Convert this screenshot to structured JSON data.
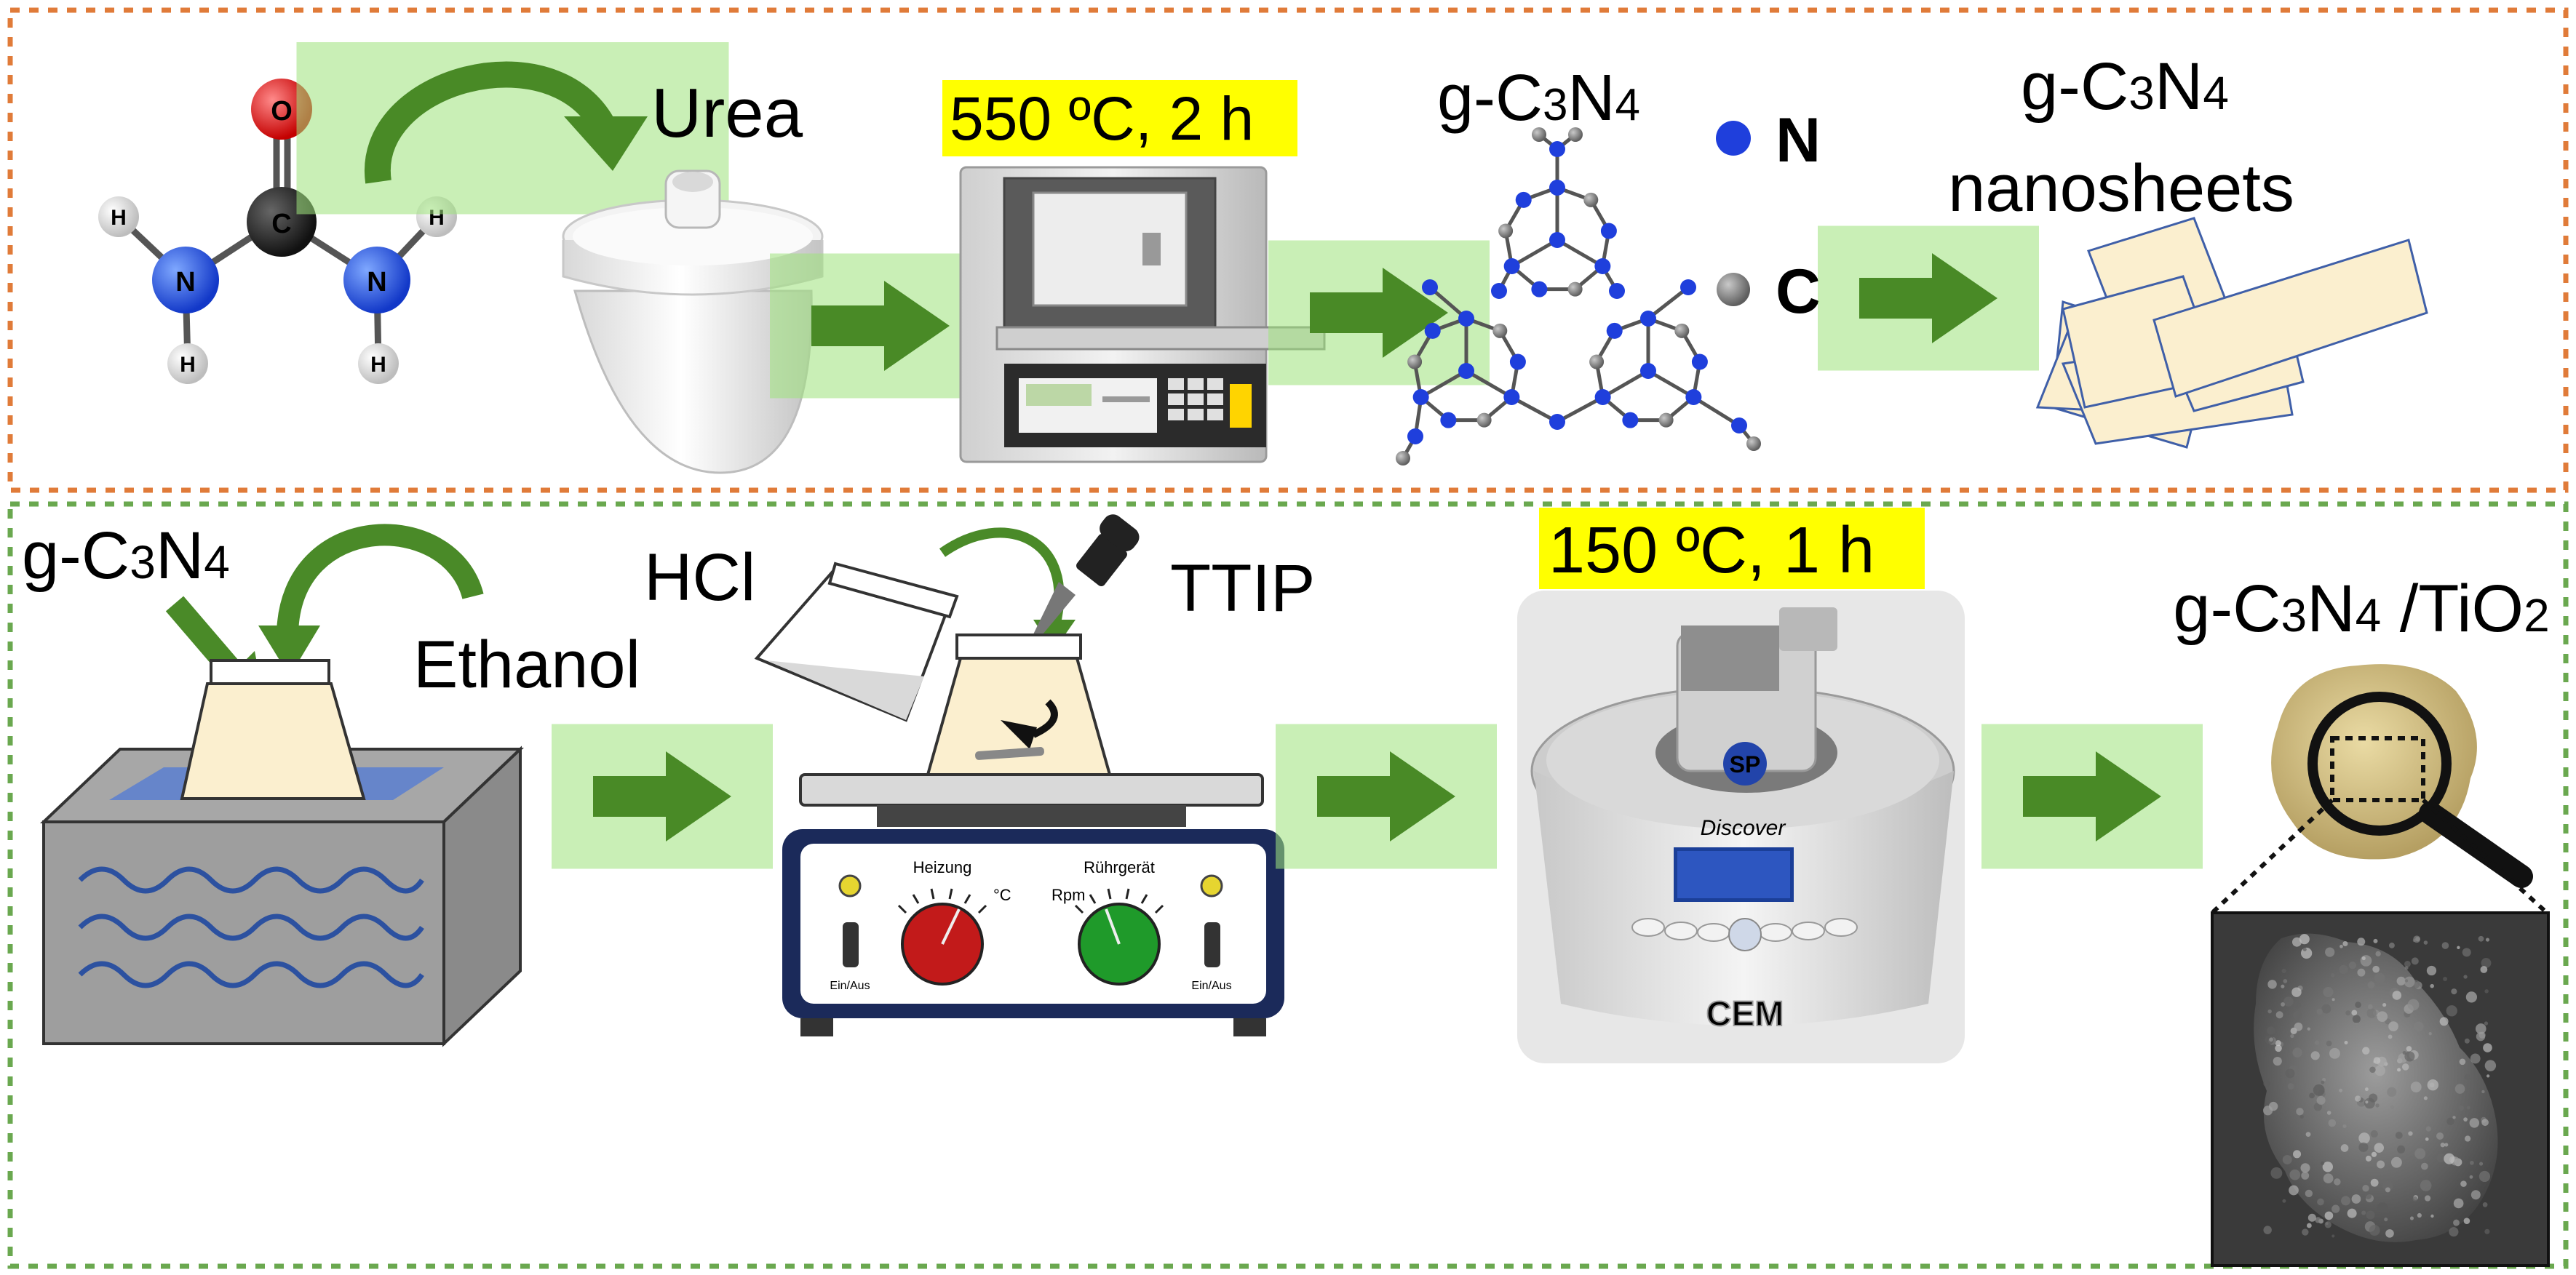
{
  "panel_top": {
    "urea_label": "Urea",
    "condition": "550 ºC, 2 h",
    "gcn_prefix": "g-C",
    "gcn_sub1": "3",
    "gcn_mid": "N",
    "gcn_sub2": "4",
    "legend_n": "N",
    "legend_c": "C",
    "nanosheets_prefix": "g-C",
    "nanosheets_sub1": "3",
    "nanosheets_mid": "N",
    "nanosheets_sub2": "4",
    "nanosheets_label": "nanosheets",
    "atom_O": "O",
    "atom_C": "C",
    "atom_N": "N",
    "atom_H": "H"
  },
  "panel_bottom": {
    "gcn_prefix": "g-C",
    "gcn_sub1": "3",
    "gcn_mid": "N",
    "gcn_sub2": "4",
    "ethanol_label": "Ethanol",
    "hcl_label": "HCl",
    "ttip_label": "TTIP",
    "condition": "150 ºC, 1 h",
    "heating_label": "Heizung",
    "stirrer_label": "Rührgerät",
    "celsius_label": "°C",
    "rpm_label": "Rpm",
    "switch_label": "Ein/Aus",
    "reactor_brand": "Discover",
    "reactor_base": "CEM",
    "reactor_logo": "SP",
    "product_prefix": "g-C",
    "product_sub1": "3",
    "product_mid": "N",
    "product_sub2": "4",
    "product_suffix": " /TiO",
    "product_sub3": "2"
  },
  "colors": {
    "top_border": "#e07b39",
    "bottom_border": "#6aa84f",
    "arrow": "#4a8a28",
    "highlight": "#ffff00",
    "nitrogen": "#1f3fdc",
    "carbon": "#7a7a7a",
    "sheet": "#fbefcf"
  }
}
